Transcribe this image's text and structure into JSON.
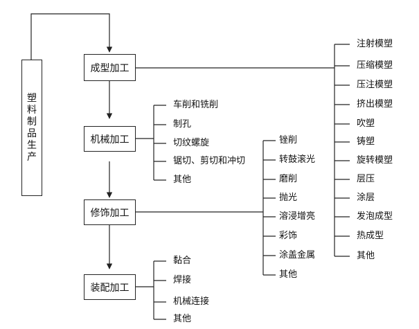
{
  "source": {
    "label_chars": [
      "塑",
      "料",
      "制",
      "品",
      "生",
      "产"
    ]
  },
  "stages": [
    {
      "id": "forming",
      "label": "成型加工",
      "items": [
        "注射模塑",
        "压缩模塑",
        "压注模塑",
        "挤出模塑",
        "吹塑",
        "铸塑",
        "旋转模塑",
        "层压",
        "涂层",
        "发泡成型",
        "热成型",
        "其他"
      ]
    },
    {
      "id": "machining",
      "label": "机械加工",
      "items": [
        "车削和铣削",
        "制孔",
        "切纹螺旋",
        "锯切、剪切和冲切",
        "其他"
      ]
    },
    {
      "id": "finishing",
      "label": "修饰加工",
      "items": [
        "锉削",
        "转鼓滚光",
        "磨削",
        "抛光",
        "溶浸增亮",
        "彩饰",
        "涂盖金属",
        "其他"
      ]
    },
    {
      "id": "assembly",
      "label": "装配加工",
      "items": [
        "黏合",
        "焊接",
        "机械连接",
        "其他"
      ]
    }
  ],
  "colors": {
    "line": "#222222",
    "text": "#111111",
    "background": "#ffffff"
  }
}
